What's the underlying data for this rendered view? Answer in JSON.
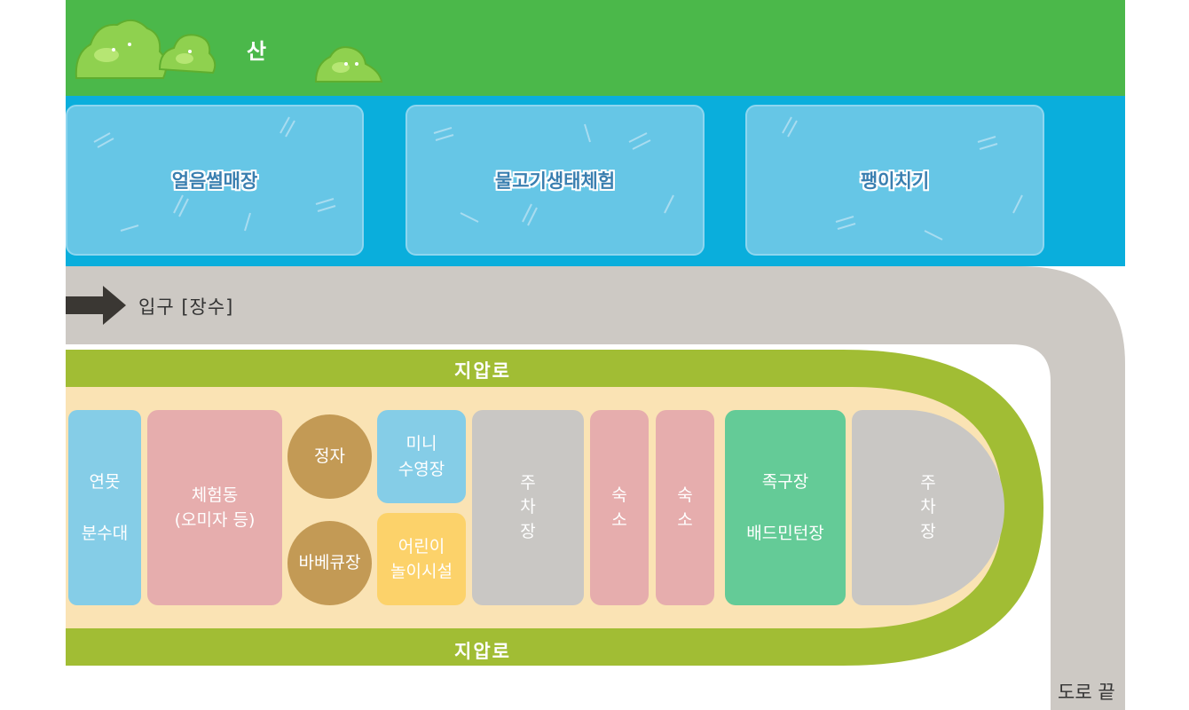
{
  "mountain": {
    "label": "산"
  },
  "river_activities": [
    {
      "label": "얼음썰매장"
    },
    {
      "label": "물고기생태체험"
    },
    {
      "label": "팽이치기"
    }
  ],
  "road": {
    "entrance_label": "입구 [장수]",
    "end_label": "도로 끝"
  },
  "path": {
    "top_label": "지압로",
    "bottom_label": "지압로"
  },
  "facilities": {
    "pond": [
      "연못",
      "분수대"
    ],
    "experience_hall": [
      "체험동",
      "(오미자 등)"
    ],
    "pavilion": "정자",
    "bbq": "바베큐장",
    "mini_pool": [
      "미니",
      "수영장"
    ],
    "playground": [
      "어린이",
      "놀이시설"
    ],
    "parking_1": [
      "주",
      "차",
      "장"
    ],
    "lodging_1": [
      "숙",
      "소"
    ],
    "lodging_2": [
      "숙",
      "소"
    ],
    "sports": [
      "족구장",
      "배드민턴장"
    ],
    "parking_2": [
      "주",
      "차",
      "장"
    ]
  },
  "colors": {
    "mountain_green": "#4bb84a",
    "river_blue": "#0aaedc",
    "pond_blue": "#66c6e6",
    "road_gray": "#cdc9c4",
    "path_green": "#a1bd34",
    "area_beige": "#fae3b4",
    "facility_blue": "#85cde7",
    "facility_pink": "#e6adad",
    "facility_brown": "#c39a55",
    "facility_yellow": "#fcd26a",
    "facility_gray": "#c9c7c4",
    "facility_green": "#64cb97"
  }
}
